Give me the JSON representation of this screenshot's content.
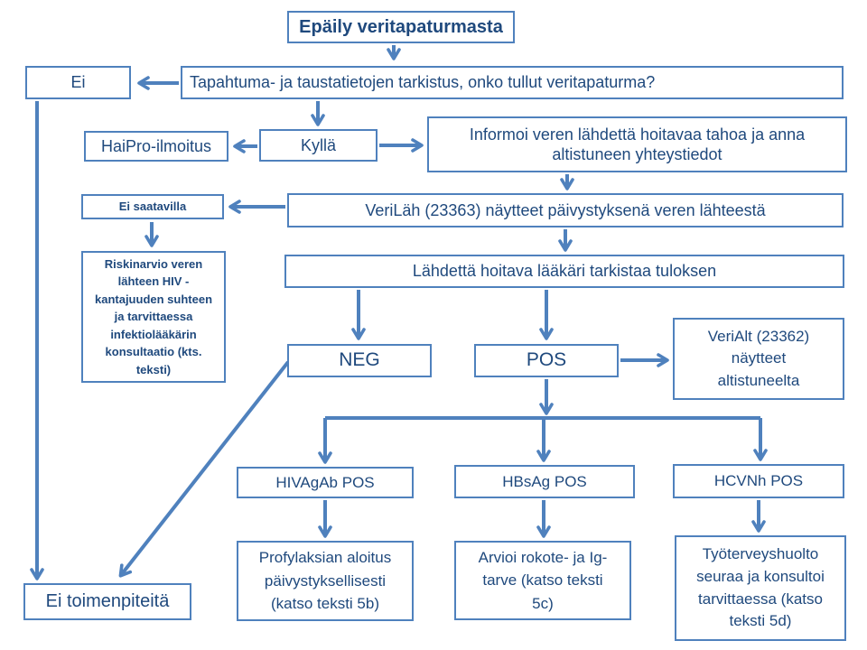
{
  "diagram": {
    "type": "flowchart",
    "language": "fi"
  },
  "colors": {
    "box_border": "#4F81BD",
    "arrow": "#4F81BD",
    "text": "#1F497D",
    "background": "#FFFFFF"
  },
  "nodes": {
    "title": {
      "label": "Epäily veritapaturmasta"
    },
    "check": {
      "label": "Tapahtuma- ja taustatietojen tarkistus, onko tullut veritapaturma?"
    },
    "ei": {
      "label": "Ei"
    },
    "haipro": {
      "label": "HaiPro-ilmoitus"
    },
    "kylla": {
      "label": "Kyllä"
    },
    "informoi": {
      "label": "Informoi veren lähdettä hoitavaa tahoa ja anna\naltistuneen yhteystiedot"
    },
    "verilah": {
      "label": "VeriLäh (23363) näytteet päivystyksenä veren lähteestä"
    },
    "ei_saatavilla": {
      "label": "Ei saatavilla"
    },
    "riskinarvio": {
      "label": "Riskinarvio veren\nlähteen HIV -\nkantajuuden suhteen\nja tarvittaessa\ninfektiolääkärin\nkonsultaatio (kts.\nteksti)"
    },
    "lahdetta": {
      "label": "Lähdettä hoitava lääkäri tarkistaa tuloksen"
    },
    "neg": {
      "label": "NEG"
    },
    "pos": {
      "label": "POS"
    },
    "verialt": {
      "label": "VeriAlt (23362)\nnäytteet\naltistuneelta"
    },
    "hiv": {
      "label": "HIVAgAb POS"
    },
    "hbs": {
      "label": "HBsAg POS"
    },
    "hcv": {
      "label": "HCVNh POS"
    },
    "profylaksia": {
      "label": "Profylaksian aloitus\npäivystyksellisesti\n(katso teksti 5b)"
    },
    "arvioi": {
      "label": "Arvioi rokote- ja Ig-\ntarve (katso teksti\n5c)"
    },
    "tyoterveys": {
      "label": "Työterveyshuolto\nseuraa ja konsultoi\ntarvittaessa (katso\nteksti 5d)"
    },
    "ei_toimenpiteita": {
      "label": "Ei toimenpiteitä"
    }
  },
  "edges": [
    {
      "from": "title",
      "to": "check"
    },
    {
      "from": "check",
      "to": "ei"
    },
    {
      "from": "check",
      "to": "kylla"
    },
    {
      "from": "kylla",
      "to": "haipro"
    },
    {
      "from": "kylla",
      "to": "informoi"
    },
    {
      "from": "informoi",
      "to": "verilah"
    },
    {
      "from": "verilah",
      "to": "ei_saatavilla"
    },
    {
      "from": "ei_saatavilla",
      "to": "riskinarvio"
    },
    {
      "from": "verilah",
      "to": "lahdetta"
    },
    {
      "from": "lahdetta",
      "to": "neg"
    },
    {
      "from": "lahdetta",
      "to": "pos"
    },
    {
      "from": "pos",
      "to": "verialt"
    },
    {
      "from": "pos",
      "to": "hiv"
    },
    {
      "from": "pos",
      "to": "hbs"
    },
    {
      "from": "pos",
      "to": "hcv"
    },
    {
      "from": "hiv",
      "to": "profylaksia"
    },
    {
      "from": "hbs",
      "to": "arvioi"
    },
    {
      "from": "hcv",
      "to": "tyoterveys"
    },
    {
      "from": "ei",
      "to": "ei_toimenpiteita"
    },
    {
      "from": "neg",
      "to": "ei_toimenpiteita"
    }
  ]
}
